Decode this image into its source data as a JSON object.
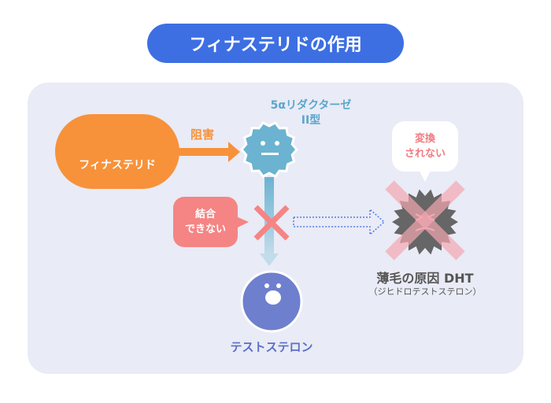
{
  "title": "フィナステリドの作用",
  "finasteride": {
    "label": "フィナステリド",
    "icon": "pills-icon"
  },
  "inhibit_label": "阻害",
  "enzyme": {
    "line1": "5αリダクターゼ",
    "line2": "II型"
  },
  "bind_bubble": {
    "line1": "結合",
    "line2": "できない"
  },
  "convert_bubble": {
    "line1": "変換",
    "line2": "されない"
  },
  "dht": {
    "label": "薄毛の原因 DHT",
    "sub": "（ジヒドロテストステロン）"
  },
  "testosterone": {
    "label": "テストステロン"
  },
  "colors": {
    "title": "#3d6fe3",
    "orange": "#f7923a",
    "enzyme": "#6bb3d0",
    "red": "#f48584",
    "dht": "#666666",
    "testosterone": "#6e7fce"
  }
}
